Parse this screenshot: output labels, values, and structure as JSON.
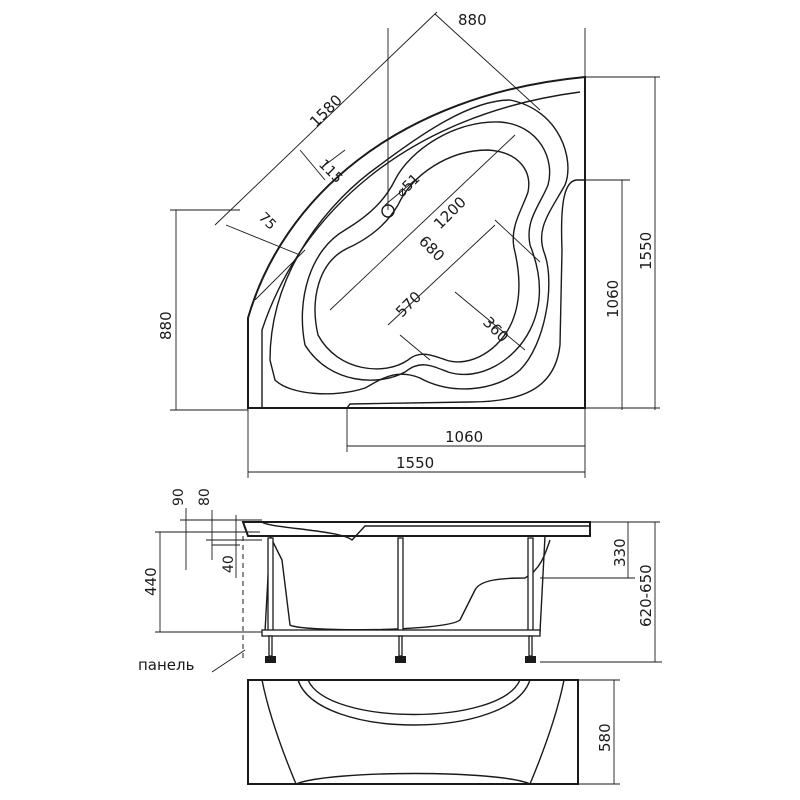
{
  "top_view": {
    "width_dim": "880",
    "diag_dim": "1580",
    "rim_115": "115",
    "rim_75": "75",
    "drain_dim": "⌀51",
    "length_dim": "1200",
    "inner_680": "680",
    "inner_570": "570",
    "inner_360": "360",
    "right_1060": "1060",
    "right_1550": "1550",
    "left_880": "880",
    "bottom_1060": "1060",
    "bottom_1550": "1550"
  },
  "side_view": {
    "h_90": "90",
    "h_80": "80",
    "h_40": "40",
    "h_440": "440",
    "h_330": "330",
    "h_620_650": "620-650",
    "panel_label": "панель"
  },
  "panel_view": {
    "h_580": "580"
  }
}
